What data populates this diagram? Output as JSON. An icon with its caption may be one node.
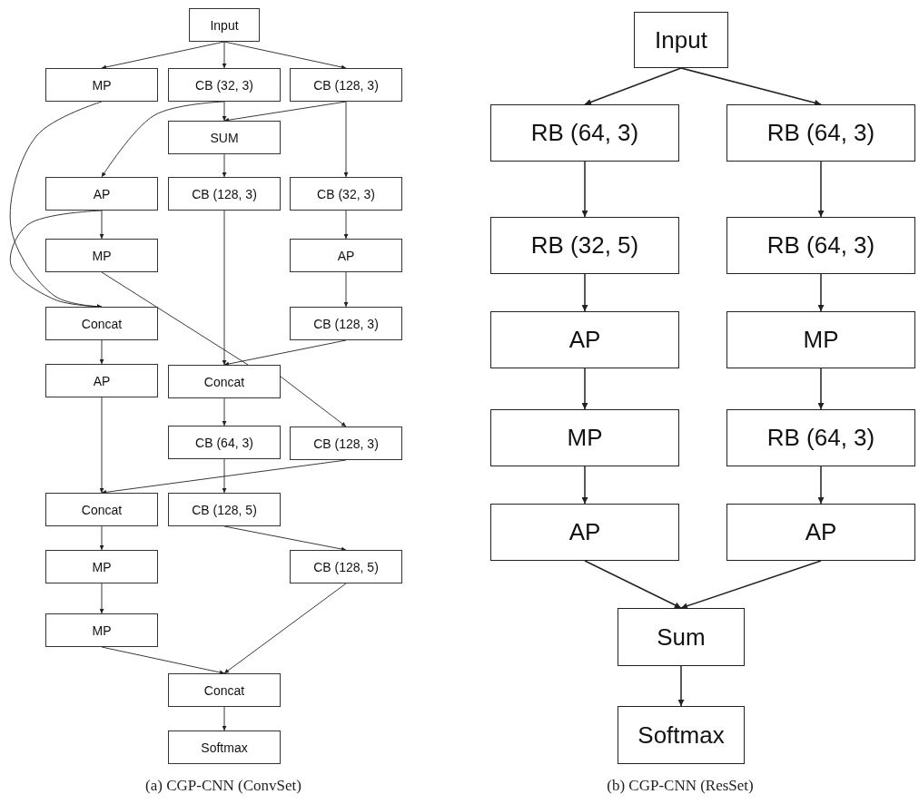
{
  "diagram": {
    "nodes": [
      {
        "text": [
          "Input"
        ]
      },
      {
        "text": [
          "MP"
        ]
      },
      {
        "text": [
          "CB (32, 3)"
        ]
      },
      {
        "text": [
          "CB (128, 3)"
        ]
      },
      {
        "text": [
          "SUM"
        ]
      },
      {
        "text": [
          "AP"
        ]
      },
      {
        "text": [
          "CB (128, 3)"
        ]
      },
      {
        "text": [
          "CB (32, 3)"
        ]
      },
      {
        "text": [
          "MP"
        ]
      },
      {
        "text": [
          "AP"
        ]
      },
      {
        "text": [
          "Concat"
        ]
      },
      {
        "text": [
          "CB (128, 3)"
        ]
      },
      {
        "text": [
          "AP"
        ]
      },
      {
        "text": [
          "Concat"
        ]
      },
      {
        "text": [
          "CB (64, 3)"
        ]
      },
      {
        "text": [
          "CB (128, 3)"
        ]
      },
      {
        "text": [
          "Concat"
        ]
      },
      {
        "text": [
          "CB (128, 5)"
        ]
      },
      {
        "text": [
          "MP"
        ]
      },
      {
        "text": [
          "CB (128, 5)"
        ]
      },
      {
        "text": [
          "MP"
        ]
      },
      {
        "text": [
          "Concat"
        ]
      },
      {
        "text": [
          "Softmax"
        ]
      },
      {
        "text": [
          "Input"
        ]
      },
      {
        "text": [
          "RB (64, 3)"
        ]
      },
      {
        "text": [
          "RB (64, 3)"
        ]
      },
      {
        "text": [
          "RB (32, 5)"
        ]
      },
      {
        "text": [
          "RB (64, 3)"
        ]
      },
      {
        "text": [
          "AP"
        ]
      },
      {
        "text": [
          "MP"
        ]
      },
      {
        "text": [
          "MP"
        ]
      },
      {
        "text": [
          "RB (64, 3)"
        ]
      },
      {
        "text": [
          "AP"
        ]
      },
      {
        "text": [
          "AP"
        ]
      },
      {
        "text": [
          "Sum"
        ]
      },
      {
        "text": [
          "Softmax"
        ]
      }
    ],
    "edges": [
      {
        "from": 0,
        "to": 1,
        "arrow": "to"
      },
      {
        "from": 0,
        "to": 2,
        "arrow": "to"
      },
      {
        "from": 0,
        "to": 3,
        "arrow": "to"
      },
      {
        "from": 2,
        "to": 4,
        "arrow": "to"
      },
      {
        "from": 3,
        "to": 4,
        "arrow": "to"
      },
      {
        "from": 2,
        "to": 5,
        "arrow": "to"
      },
      {
        "from": 4,
        "to": 6,
        "arrow": "to"
      },
      {
        "from": 3,
        "to": 7,
        "arrow": "to"
      },
      {
        "from": 1,
        "to": 10,
        "arrow": "to"
      },
      {
        "from": 5,
        "to": 10,
        "arrow": "to"
      },
      {
        "from": 5,
        "to": 8,
        "arrow": "to"
      },
      {
        "from": 8,
        "to": 13,
        "arrow": "none"
      },
      {
        "from": 7,
        "to": 9,
        "arrow": "to"
      },
      {
        "from": 9,
        "to": 11,
        "arrow": "to"
      },
      {
        "from": 6,
        "to": 13,
        "arrow": "to"
      },
      {
        "from": 11,
        "to": 13,
        "arrow": "to"
      },
      {
        "from": 10,
        "to": 12,
        "arrow": "to"
      },
      {
        "from": 12,
        "to": 16,
        "arrow": "to"
      },
      {
        "from": 13,
        "to": 14,
        "arrow": "to"
      },
      {
        "from": 13,
        "to": 15,
        "arrow": "to"
      },
      {
        "from": 14,
        "to": 17,
        "arrow": "to"
      },
      {
        "from": 15,
        "to": 16,
        "arrow": "to"
      },
      {
        "from": 16,
        "to": 18,
        "arrow": "to"
      },
      {
        "from": 17,
        "to": 19,
        "arrow": "to"
      },
      {
        "from": 18,
        "to": 20,
        "arrow": "to"
      },
      {
        "from": 20,
        "to": 21,
        "arrow": "to"
      },
      {
        "from": 19,
        "to": 21,
        "arrow": "to"
      },
      {
        "from": 21,
        "to": 22,
        "arrow": "to"
      },
      {
        "from": 23,
        "to": 24,
        "arrow": "to"
      },
      {
        "from": 23,
        "to": 25,
        "arrow": "to"
      },
      {
        "from": 24,
        "to": 26,
        "arrow": "to"
      },
      {
        "from": 25,
        "to": 27,
        "arrow": "to"
      },
      {
        "from": 26,
        "to": 28,
        "arrow": "to"
      },
      {
        "from": 27,
        "to": 29,
        "arrow": "to"
      },
      {
        "from": 28,
        "to": 30,
        "arrow": "to"
      },
      {
        "from": 29,
        "to": 31,
        "arrow": "to"
      },
      {
        "from": 30,
        "to": 32,
        "arrow": "to"
      },
      {
        "from": 31,
        "to": 33,
        "arrow": "to"
      },
      {
        "from": 32,
        "to": 34,
        "arrow": "to"
      },
      {
        "from": 33,
        "to": 34,
        "arrow": "to"
      },
      {
        "from": 34,
        "to": 35,
        "arrow": "to"
      }
    ],
    "labels": [
      "(a) CGP-CNN (ConvSet)",
      "(b) CGP-CNN (ResSet)"
    ]
  }
}
